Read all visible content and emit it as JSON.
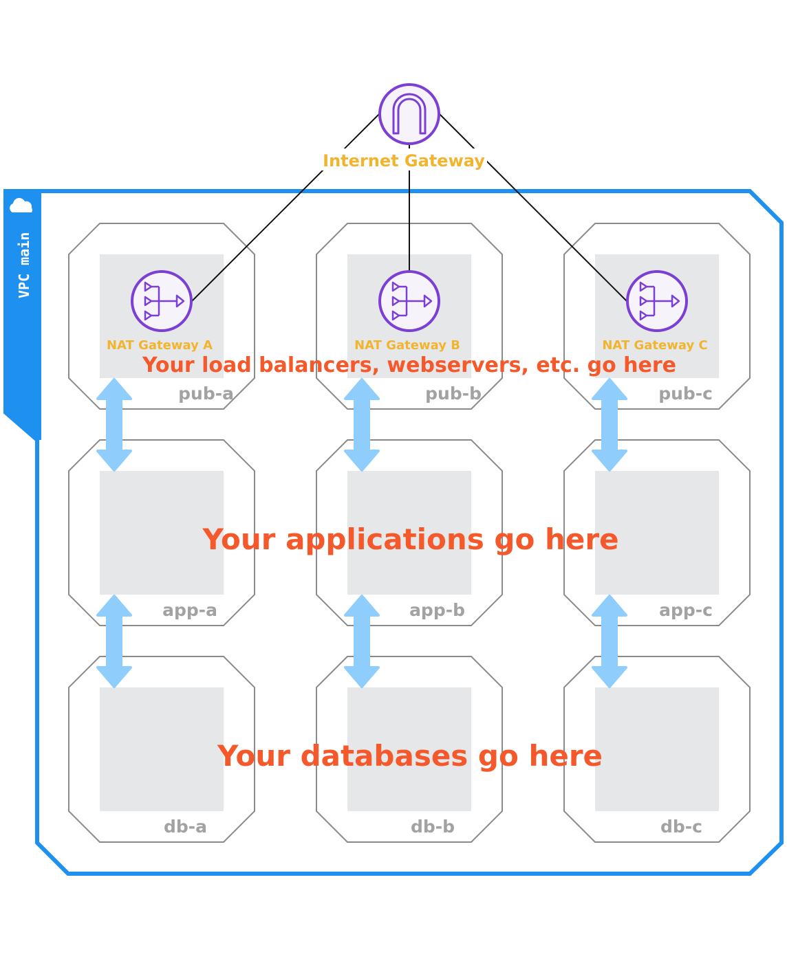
{
  "vpc": {
    "label": "VPC main",
    "color": "#1e90f0"
  },
  "internet_gateway": {
    "label": "Internet Gateway",
    "icon": "internet-gateway-icon",
    "color": "#7b3fd4"
  },
  "nat_gateways": [
    {
      "label": "NAT Gateway A",
      "icon": "nat-gateway-icon"
    },
    {
      "label": "NAT Gateway B",
      "icon": "nat-gateway-icon"
    },
    {
      "label": "NAT Gateway C",
      "icon": "nat-gateway-icon"
    }
  ],
  "subnets": {
    "public": [
      "pub-a",
      "pub-b",
      "pub-c"
    ],
    "app": [
      "app-a",
      "app-b",
      "app-c"
    ],
    "db": [
      "db-a",
      "db-b",
      "db-c"
    ]
  },
  "banners": {
    "public": "Your load balancers, webservers, etc. go here",
    "app": "Your applications go here",
    "db": "Your databases go here"
  },
  "colors": {
    "accent_orange": "#f5582a",
    "label_gold": "#f1b42f",
    "arrow_blue": "#8ecdfc",
    "subnet_fill": "#e6e7e9"
  }
}
